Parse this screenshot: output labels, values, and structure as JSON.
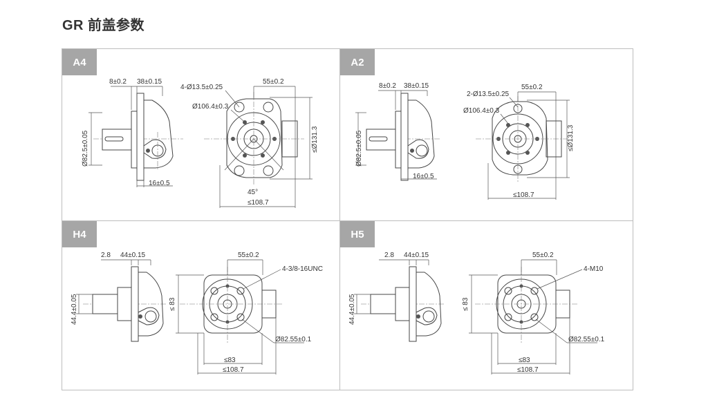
{
  "title": "GR 前盖参数",
  "panels": {
    "a4": {
      "tag": "A4",
      "side": {
        "d1": "8±0.2",
        "d2": "38±0.15",
        "dia": "Ø82.5±0.05",
        "bottom": "16±0.5"
      },
      "front": {
        "holes": "4-Ø13.5±0.25",
        "pitch": "55±0.2",
        "bolt_circle": "Ø106.4±0.3",
        "height": "≤Ø131.3",
        "angle": "45°",
        "width": "≤108.7"
      }
    },
    "a2": {
      "tag": "A2",
      "side": {
        "d1": "8±0.2",
        "d2": "38±0.15",
        "dia": "Ø82.5±0.05",
        "bottom": "16±0.5"
      },
      "front": {
        "holes": "2-Ø13.5±0.25",
        "pitch": "55±0.2",
        "bolt_circle": "Ø106.4±0.3",
        "height": "≤Ø131.3",
        "width": "≤108.7"
      }
    },
    "h4": {
      "tag": "H4",
      "side": {
        "d1": "2.8",
        "d2": "44±0.15",
        "dia": "44.4±0.05"
      },
      "front": {
        "pitch": "55±0.2",
        "thread": "4-3/8-16UNC",
        "height": "≤ 83",
        "bolt_circle": "Ø82.55±0.1",
        "inner_width": "≤83",
        "width": "≤108.7"
      }
    },
    "h5": {
      "tag": "H5",
      "side": {
        "d1": "2.8",
        "d2": "44±0.15",
        "dia": "44.4±0.05"
      },
      "front": {
        "pitch": "55±0.2",
        "thread": "4-M10",
        "height": "≤ 83",
        "bolt_circle": "Ø82.55±0.1",
        "inner_width": "≤83",
        "width": "≤108.7"
      }
    }
  }
}
